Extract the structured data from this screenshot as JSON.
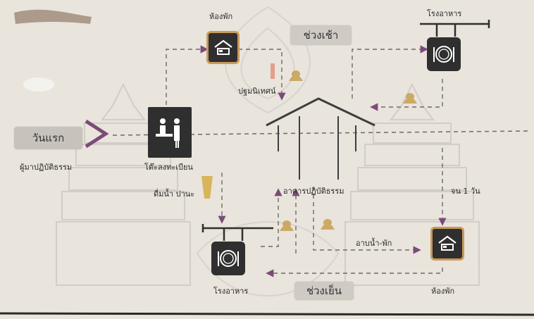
{
  "labels": {
    "room_top": "ห้องพัก",
    "morning": "ช่วงเช้า",
    "canteen_top": "โรงอาหาร",
    "first_day": "วันแรก",
    "practice_intro": "ปฐมนิเทศน์",
    "register": "โต๊ะลงทะเบียน",
    "arrive": "ผู้มาปฏิบัติธรรม",
    "hall": "อาคารปฏิบัติธรรม",
    "drink": "ดื่มน้ำ ปานะ",
    "until_one_day": "จน 1 วัน",
    "bath_rest": "อาบน้ำ-พัก",
    "canteen_bottom": "โรงอาหาร",
    "evening": "ช่วงเย็น",
    "room_bottom": "ห้องพัก"
  },
  "colors": {
    "background": "#e9e4dc",
    "icon_dark": "#2f2f2f",
    "icon_border": "#c99a5a",
    "dashed_line": "#6b6b6b",
    "arrow": "#7b4a7a",
    "pill": "#cfcac4"
  },
  "icons": {
    "room": "bed-icon",
    "canteen": "plate-cutlery-icon",
    "register": "reception-desk-icon",
    "monk": "monk-figure-icon"
  }
}
